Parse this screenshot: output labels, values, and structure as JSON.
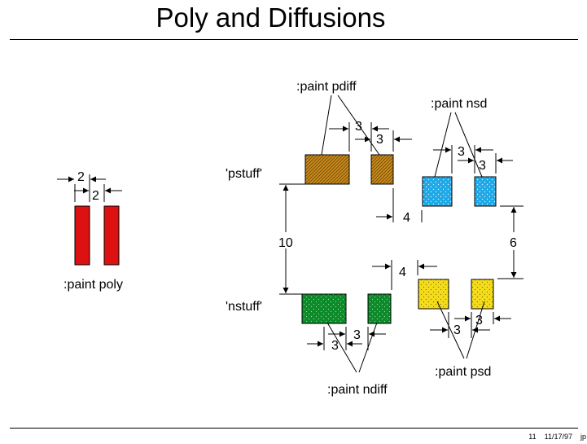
{
  "title": "Poly and Diffusions",
  "footer": {
    "page": "11",
    "date": "11/17/97",
    "author": "jp"
  },
  "colors": {
    "poly": "#dd1111",
    "pdiff": "#c98a1d",
    "nsd": "#1ea8e6",
    "ndiff": "#0d8a2a",
    "psd": "#f4dc1a"
  },
  "labels": {
    "paint_poly": ":paint poly",
    "paint_pdiff": ":paint pdiff",
    "paint_nsd": ":paint nsd",
    "paint_ndiff": ":paint ndiff",
    "paint_psd": ":paint psd",
    "pstuff": "'pstuff'",
    "nstuff": "'nstuff'"
  },
  "dimensions": {
    "poly_width": "2",
    "poly_space": "2",
    "pdiff_width": "3",
    "pdiff_space": "3",
    "nsd_width": "3",
    "nsd_space": "3",
    "pdiff_nsd_gap": "4",
    "ndiff_psd_gap": "4",
    "pstuff_nstuff_space": "10",
    "nsd_psd_space": "6",
    "ndiff_width": "3",
    "ndiff_space": "3",
    "psd_width": "3",
    "psd_space": "3"
  }
}
